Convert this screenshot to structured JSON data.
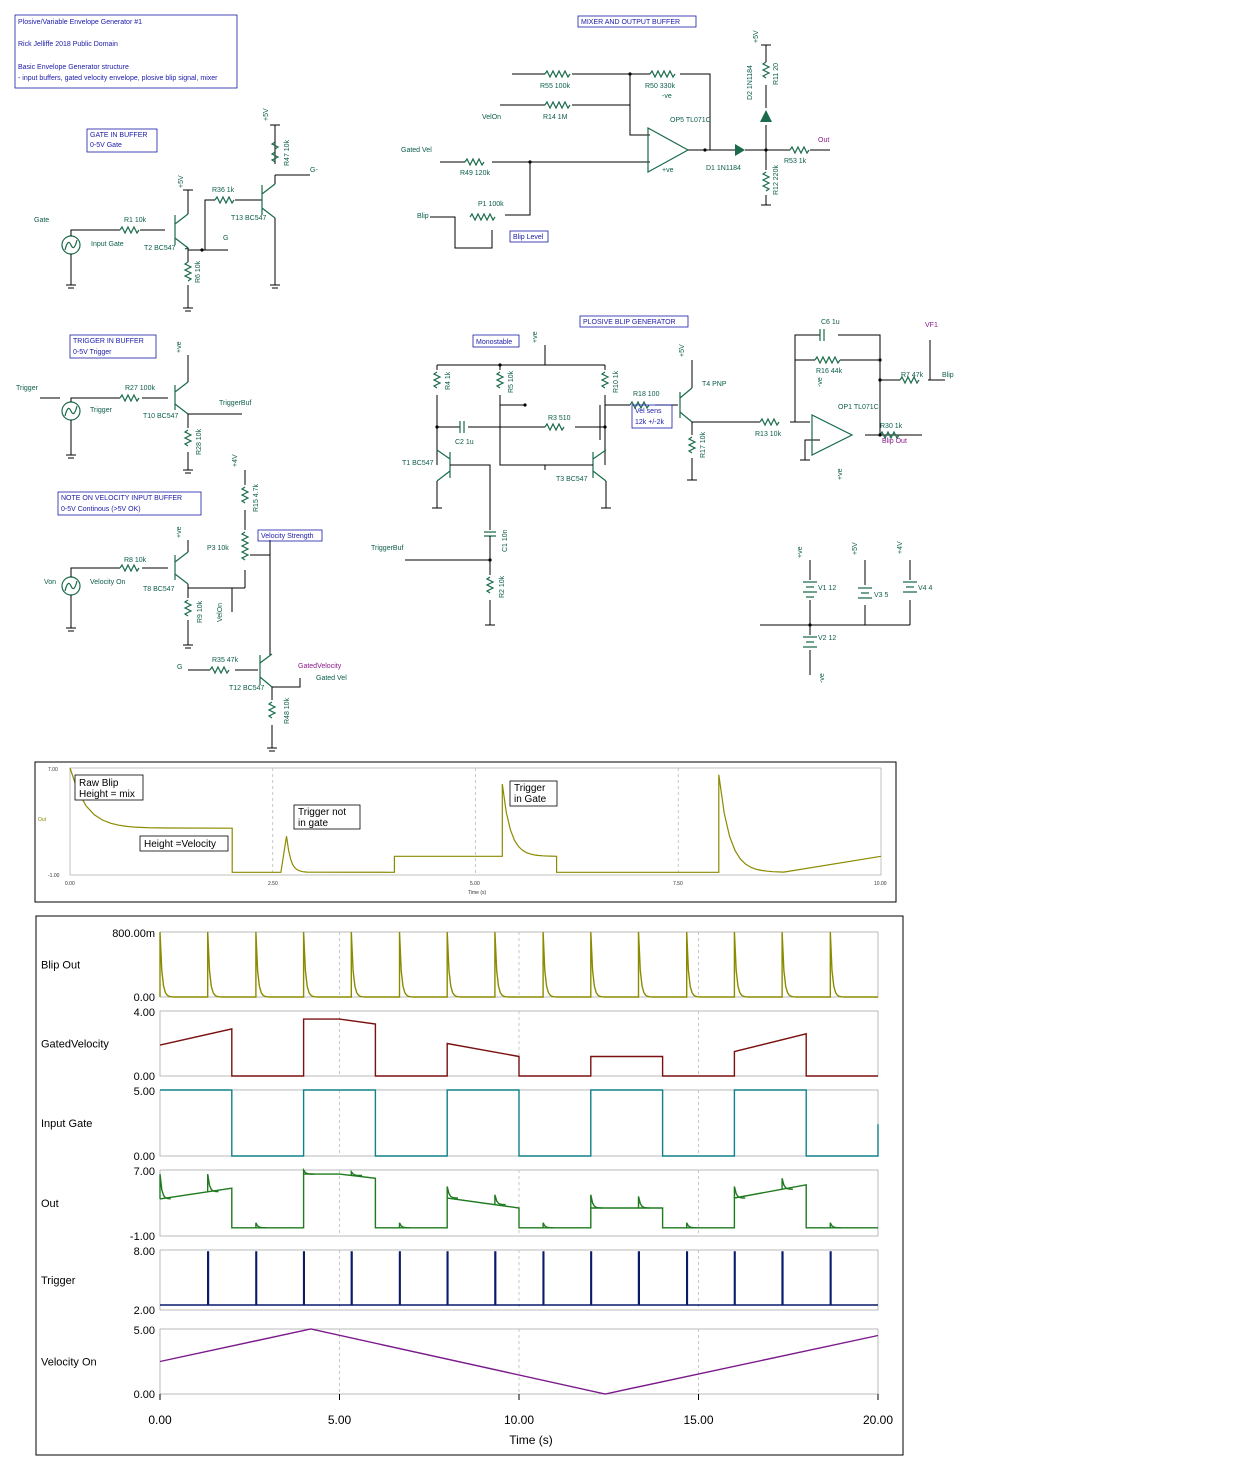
{
  "header_box": {
    "lines": [
      "Plosive/Variable Envelope Generator  #1",
      "Rick Jelliffe 2018 Public Domain",
      "Basic Envelope Generator structure",
      "  - input buffers, gated velocity envelope, plosive blip signal, mixer"
    ]
  },
  "section_boxes": {
    "gate": [
      "GATE IN BUFFER",
      "0-5V Gate"
    ],
    "trigger": [
      "TRIGGER IN BUFFER",
      "0-5V  Trigger"
    ],
    "velocity": [
      "NOTE ON VELOCITY INPUT BUFFER",
      "0-5V Continous (>5V OK)"
    ],
    "mixer": [
      "MIXER AND OUTPUT BUFFER"
    ],
    "plosive": [
      "PLOSIVE BLIP GENERATOR"
    ],
    "monostable": [
      "Monostable"
    ],
    "blip_level": [
      "Blip Level"
    ],
    "velocity_strength": [
      "Velocity Strength"
    ],
    "vel_sens": [
      "Vel sens",
      "12k +/-2k"
    ]
  },
  "components": {
    "gate": [
      "Gate",
      "R1 10k",
      "Input Gate",
      "T2 BC547",
      "R6 10k",
      "G",
      "R36 1k",
      "T13 BC547",
      "R47 10k",
      "G-",
      "+5V",
      "+5V"
    ],
    "trigger": [
      "Trigger",
      "R27 100k",
      "Trigger",
      "T10 BC547",
      "R28 10k",
      "TriggerBuf",
      "+ve"
    ],
    "velocity": [
      "Von",
      "R8 10k",
      "Velocity On",
      "T8 BC547",
      "R9 10k",
      "VelOn",
      "P3 10k",
      "R15 4.7k",
      "+4V",
      "+ve",
      "G",
      "R35 47k",
      "T12 BC547",
      "R48 10k",
      "GatedVelocity",
      "Gated Vel"
    ],
    "mixer": [
      "R55 100k",
      "R50 330k",
      "-ve",
      "VelOn",
      "R14 1M",
      "OP5 TL071C",
      "Gated Vel",
      "R49 120k",
      "P1 100k",
      "Blip",
      "+ve",
      "D1 1N1184",
      "D2 1N1184",
      "R11 20",
      "+5V",
      "R12 220k",
      "R53 1k",
      "Out"
    ],
    "plosive": [
      "+ve",
      "R4 1k",
      "R5 10k",
      "R10 1k",
      "C2 1u",
      "R3 510",
      "T1 BC547",
      "T3 BC547",
      "C1 10n",
      "R2 10k",
      "TriggerBuf",
      "+5V",
      "R18 100",
      "T4 PNP",
      "R17 10k",
      "R13 10k",
      "C6 1u",
      "R16 44k",
      "-ve",
      "OP1 TL071C",
      "+ve",
      "R7 47k",
      "R30 1k",
      "Blip Out",
      "Blip",
      "VF1"
    ],
    "supplies": [
      "+ve",
      "V1 12",
      "+5V",
      "V3 5",
      "+4V",
      "V4 4",
      "V2 12",
      "-ve"
    ]
  },
  "mini_plot": {
    "signal": "Out",
    "ytick_top": "7.00",
    "ytick_bottom": "-1.00",
    "xticks": [
      "0.00",
      "2.50",
      "5.00",
      "7.50",
      "10.00"
    ],
    "xlabel": "Time (s)",
    "notes": [
      [
        "Raw Blip",
        "Height = mix"
      ],
      [
        "Trigger not",
        "in gate"
      ],
      [
        "Trigger",
        "in Gate"
      ],
      [
        "Height =Velocity"
      ]
    ],
    "line_color": "#8b8b00"
  },
  "chart_data": {
    "type": "line",
    "xlabel": "Time (s)",
    "xlim": [
      0,
      20
    ],
    "xticks": [
      "0.00",
      "5.00",
      "10.00",
      "15.00",
      "20.00"
    ],
    "series": [
      {
        "name": "Blip Out",
        "color": "#8b8b00",
        "ymin": 0,
        "ymax": 0.8,
        "ytick_top": "800.00m",
        "ytick_bottom": "0.00",
        "gate": [
          [
            0,
            2
          ],
          [
            4,
            6
          ],
          [
            8,
            10
          ],
          [
            12,
            14
          ],
          [
            16,
            18
          ]
        ],
        "triggers": [
          0,
          1.33,
          2.67,
          4,
          5.33,
          6.67,
          8,
          9.33,
          10.67,
          12,
          13.33,
          14.67,
          16,
          17.33,
          18.67
        ]
      },
      {
        "name": "GatedVelocity",
        "color": "#7a1010",
        "ymin": 0,
        "ymax": 4,
        "ytick_top": "4.00",
        "ytick_bottom": "0.00",
        "points": [
          [
            0,
            1.9
          ],
          [
            2,
            2.9
          ],
          [
            2,
            0
          ],
          [
            4,
            0
          ],
          [
            4,
            3.5
          ],
          [
            5,
            3.5
          ],
          [
            6,
            3.2
          ],
          [
            6,
            0
          ],
          [
            8,
            0
          ],
          [
            8,
            2.0
          ],
          [
            10,
            1.2
          ],
          [
            10,
            0
          ],
          [
            12,
            0
          ],
          [
            12,
            1.2
          ],
          [
            14,
            1.2
          ],
          [
            14,
            0
          ],
          [
            16,
            0
          ],
          [
            16,
            1.5
          ],
          [
            18,
            2.6
          ],
          [
            18,
            0
          ],
          [
            20,
            0
          ]
        ]
      },
      {
        "name": "Input Gate",
        "color": "#11808a",
        "ymin": 0,
        "ymax": 5,
        "ytick_top": "5.00",
        "ytick_bottom": "0.00",
        "points": [
          [
            0,
            5
          ],
          [
            2,
            5
          ],
          [
            2,
            0
          ],
          [
            4,
            0
          ],
          [
            4,
            5
          ],
          [
            6,
            5
          ],
          [
            6,
            0
          ],
          [
            8,
            0
          ],
          [
            8,
            5
          ],
          [
            10,
            5
          ],
          [
            10,
            0
          ],
          [
            12,
            0
          ],
          [
            12,
            5
          ],
          [
            14,
            5
          ],
          [
            14,
            0
          ],
          [
            16,
            0
          ],
          [
            16,
            5
          ],
          [
            18,
            5
          ],
          [
            18,
            0
          ],
          [
            20,
            0
          ],
          [
            20,
            2.4
          ]
        ]
      },
      {
        "name": "Out",
        "color": "#1f7a1f",
        "ymin": -1,
        "ymax": 7,
        "ytick_top": "7.00",
        "ytick_bottom": "-1.00",
        "points": [
          [
            0,
            3.5
          ],
          [
            2,
            4.8
          ],
          [
            2,
            0
          ],
          [
            4,
            0
          ],
          [
            4,
            6.5
          ],
          [
            5,
            6.5
          ],
          [
            6,
            6.0
          ],
          [
            6,
            0
          ],
          [
            8,
            0
          ],
          [
            8,
            3.6
          ],
          [
            10,
            2.4
          ],
          [
            10,
            0
          ],
          [
            12,
            0
          ],
          [
            12,
            2.4
          ],
          [
            14,
            2.4
          ],
          [
            14,
            0
          ],
          [
            16,
            0
          ],
          [
            16,
            3.6
          ],
          [
            18,
            5.2
          ],
          [
            18,
            0
          ],
          [
            20,
            0
          ]
        ],
        "spikes": [
          [
            0,
            6.5
          ],
          [
            1.33,
            6.5
          ],
          [
            2.67,
            0.6
          ],
          [
            4,
            7
          ],
          [
            5.33,
            6.8
          ],
          [
            6.67,
            0.6
          ],
          [
            8,
            5.0
          ],
          [
            9.33,
            4.0
          ],
          [
            10.67,
            0.6
          ],
          [
            12,
            4.0
          ],
          [
            13.33,
            3.8
          ],
          [
            14.67,
            0.6
          ],
          [
            16,
            5.0
          ],
          [
            17.33,
            6.0
          ],
          [
            18.67,
            0.6
          ]
        ]
      },
      {
        "name": "Trigger",
        "color": "#0a1a6b",
        "ymin": 2,
        "ymax": 8,
        "ytick_top": "8.00",
        "ytick_bottom": "2.00",
        "baseline": 2.5,
        "peak": 7.8,
        "triggers": [
          1.33,
          2.67,
          4,
          5.33,
          6.67,
          8,
          9.33,
          10.67,
          12,
          13.33,
          14.67,
          16,
          17.33,
          18.67
        ]
      },
      {
        "name": "Velocity On",
        "color": "#7a1a8a",
        "ymin": 0,
        "ymax": 5,
        "ytick_top": "5.00",
        "ytick_bottom": "0.00",
        "points": [
          [
            0,
            2.5
          ],
          [
            4.2,
            5.0
          ],
          [
            12.4,
            0
          ],
          [
            20,
            4.5
          ]
        ]
      }
    ]
  }
}
